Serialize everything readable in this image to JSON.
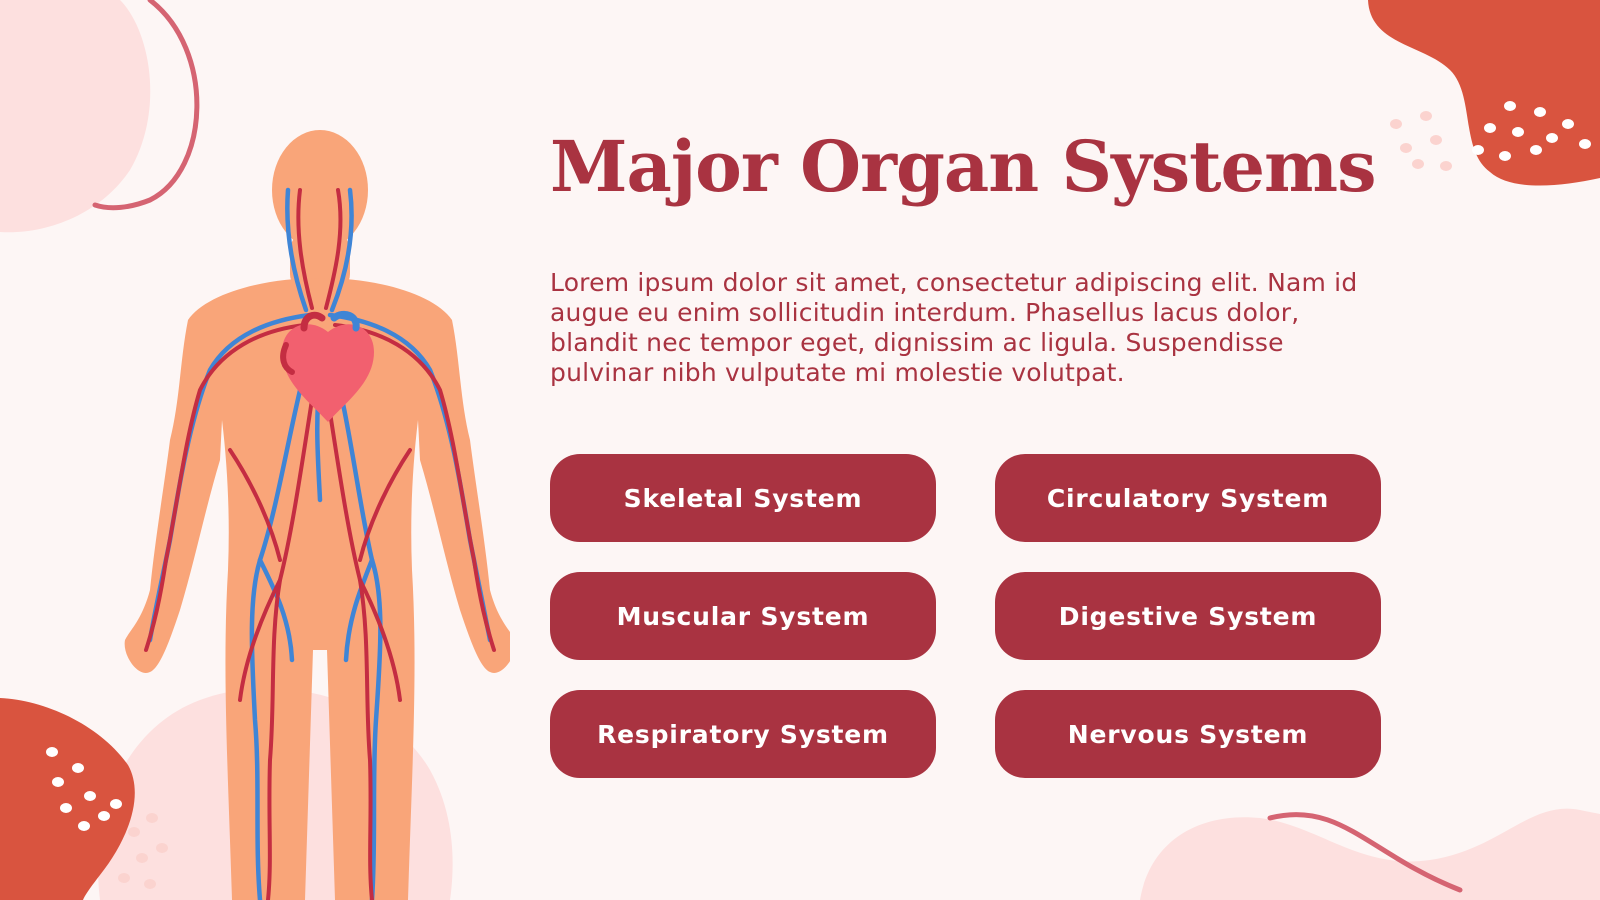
{
  "title": "Major Organ Systems",
  "description": "Lorem ipsum dolor sit amet, consectetur adipiscing elit. Nam id augue eu enim sollicitudin interdum. Phasellus lacus dolor, blandit nec tempor eget, dignissim ac ligula. Suspendisse pulvinar nibh vulputate mi molestie volutpat.",
  "buttons": [
    {
      "label": "Skeletal System"
    },
    {
      "label": "Circulatory System"
    },
    {
      "label": "Muscular System"
    },
    {
      "label": "Digestive System"
    },
    {
      "label": "Respiratory System"
    },
    {
      "label": "Nervous System"
    }
  ],
  "colors": {
    "background": "#fdf6f5",
    "accent": "#a93341",
    "blob_coral": "#d9543f",
    "blob_pink": "#fde0df",
    "skin": "#f9a579",
    "artery": "#c42d42",
    "vein": "#3f85d6",
    "heart": "#f2606f"
  },
  "illustration": {
    "figure_icon": "human-circulatory-figure-icon",
    "heart_icon": "heart-icon"
  }
}
